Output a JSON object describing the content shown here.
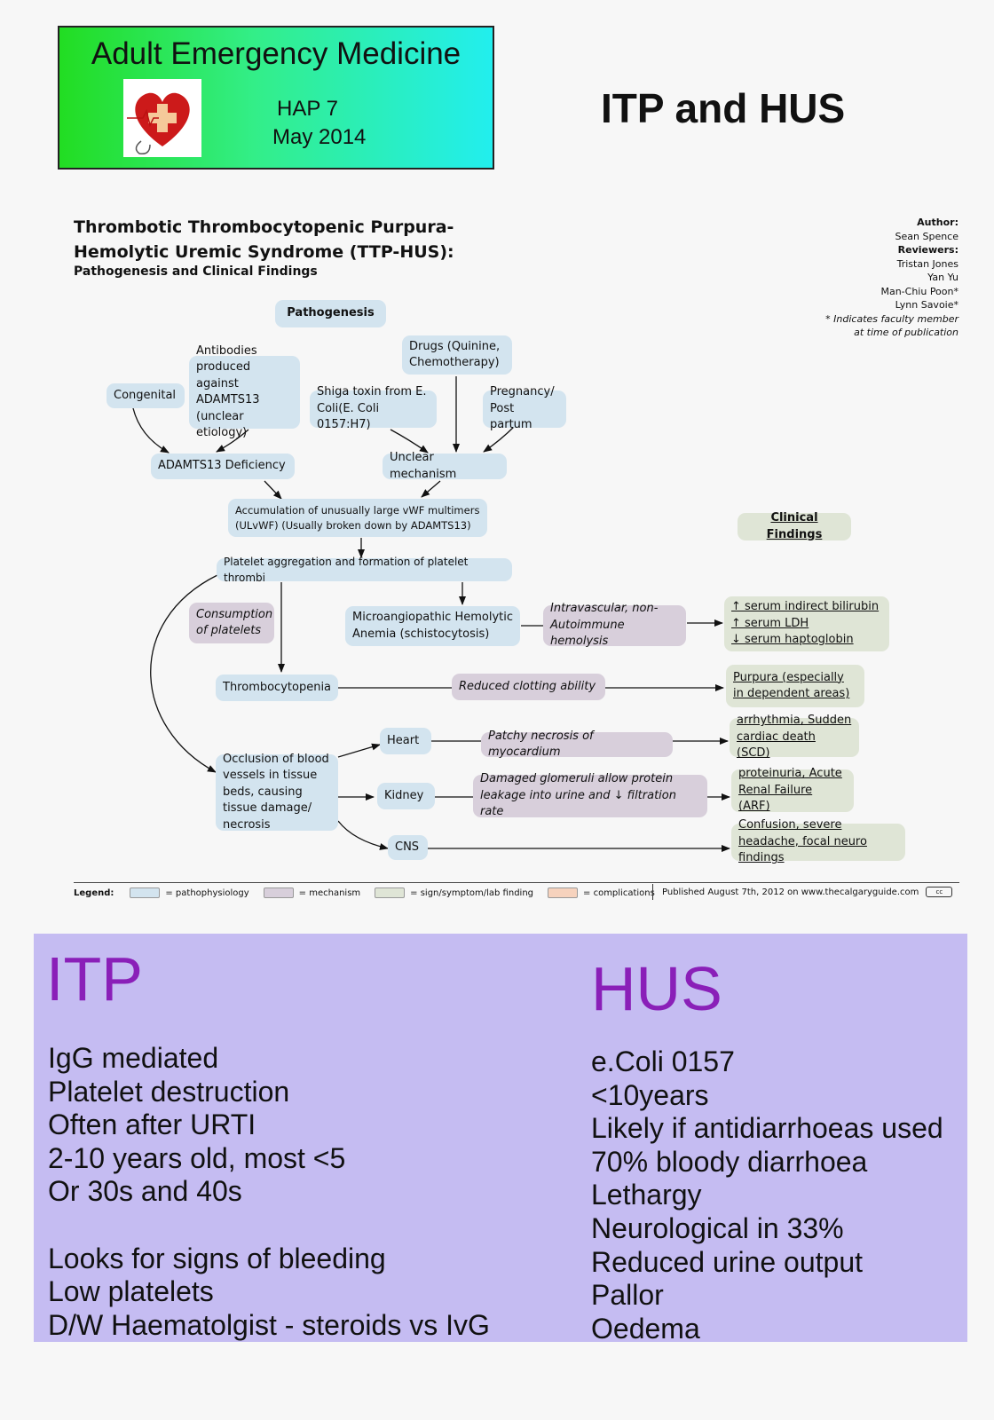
{
  "banner": {
    "title": "Adult Emergency Medicine",
    "code": "HAP 7",
    "date": "May 2014"
  },
  "main_title": "ITP and HUS",
  "chart": {
    "title": "Thrombotic Thrombocytopenic Purpura-Hemolytic Uremic Syndrome (TTP-HUS):",
    "subtitle": "Pathogenesis and Clinical Findings",
    "credits": {
      "author_label": "Author:",
      "author": "Sean Spence",
      "reviewers_label": "Reviewers:",
      "reviewers": [
        "Tristan Jones",
        "Yan Yu",
        "Man-Chiu Poon*",
        "Lynn Savoie*"
      ],
      "note1": "* Indicates faculty member",
      "note2": "at time of publication"
    }
  },
  "nodes": {
    "pathogenesis": "Pathogenesis",
    "drugs": "Drugs (Quinine, Chemotherapy)",
    "antibodies": "Antibodies produced against ADAMTS13 (unclear etiology)",
    "congenital": "Congenital",
    "shiga": "Shiga toxin from E. Coli(E. Coli 0157:H7)",
    "pregnancy": "Pregnancy/ Post partum",
    "adamts_def": "ADAMTS13 Deficiency",
    "unclear": "Unclear mechanism",
    "accumulation": "Accumulation of unusually large vWF  multimers (ULvWF) (Usually broken down by ADAMTS13)",
    "clinical_findings": "Clinical Findings",
    "aggregation": "Platelet aggregation and formation of platelet thrombi",
    "consumption": "Consumption of platelets",
    "mah": "Microangiopathic Hemolytic Anemia (schistocytosis)",
    "intravascular": "Intravascular, non-Autoimmune hemolysis",
    "labs": [
      "↑ serum indirect bilirubin",
      "↑ serum LDH",
      "↓ serum haptoglobin"
    ],
    "thrombocytopenia": "Thrombocytopenia",
    "reduced_clotting": "Reduced clotting ability",
    "purpura": "Purpura (especially in dependent areas)",
    "heart": "Heart",
    "patchy": "Patchy necrosis of myocardium",
    "arrhythmia": "arrhythmia, Sudden cardiac death (SCD)",
    "occlusion": "Occlusion of blood vessels in tissue beds, causing tissue damage/ necrosis",
    "kidney": "Kidney",
    "glomeruli": "Damaged glomeruli allow protein leakage into urine and ↓ filtration rate",
    "proteinuria": "proteinuria, Acute Renal Failure (ARF)",
    "cns": "CNS",
    "confusion": "Confusion, severe headache, focal neuro findings"
  },
  "legend": {
    "label": "Legend:",
    "items": [
      "= pathophysiology",
      "= mechanism",
      "= sign/symptom/lab finding",
      "= complications"
    ],
    "colors": [
      "#d3e4ef",
      "#d8cfdb",
      "#dfe5d6",
      "#f6d2bd"
    ],
    "published": "Published August 7th, 2012 on www.thecalgaryguide.com",
    "license": "CC BY-NC-SA"
  },
  "itp": {
    "heading": "ITP",
    "lines": [
      "IgG mediated",
      "Platelet destruction",
      "Often after URTI",
      "2-10 years old, most <5",
      "Or 30s and 40s",
      "",
      "Looks for signs of bleeding",
      "Low platelets",
      "D/W Haematolgist - steroids vs IvG"
    ]
  },
  "hus": {
    "heading": "HUS",
    "lines": [
      "e.Coli 0157",
      "<10years",
      "Likely if antidiarrhoeas used",
      "70% bloody diarrhoea",
      "Lethargy",
      "Neurological in 33%",
      "Reduced urine output",
      "Pallor",
      "Oedema"
    ]
  },
  "colors": {
    "panel": "#c5bcf2",
    "heading": "#8a1fb8",
    "pathophysiology": "#d3e4ef",
    "mechanism": "#d8cfdb",
    "finding": "#dfe5d6"
  }
}
